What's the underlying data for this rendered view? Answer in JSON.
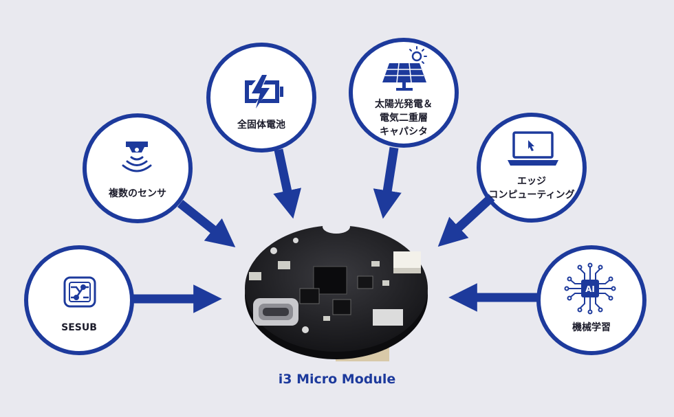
{
  "nodes": {
    "sesub": "SESUB",
    "sensor": "複数のセンサ",
    "battery": "全固体電池",
    "solar": "太陽光発電＆\n電気二重層\nキャパシタ",
    "edge": "エッジ\nコンピューティング",
    "ml": "機械学習"
  },
  "icons": {
    "sesub": "chip-board-icon",
    "sensor": "sensor-signal-icon",
    "battery": "lightning-battery-icon",
    "solar": "solar-panel-sun-icon",
    "edge": "laptop-cursor-icon",
    "ml": "ai-chip-icon",
    "ai_text": "AI"
  },
  "center": {
    "caption": "i3 Micro Module"
  },
  "colors": {
    "accent": "#1d3a9c",
    "background": "#e9e9ef"
  }
}
